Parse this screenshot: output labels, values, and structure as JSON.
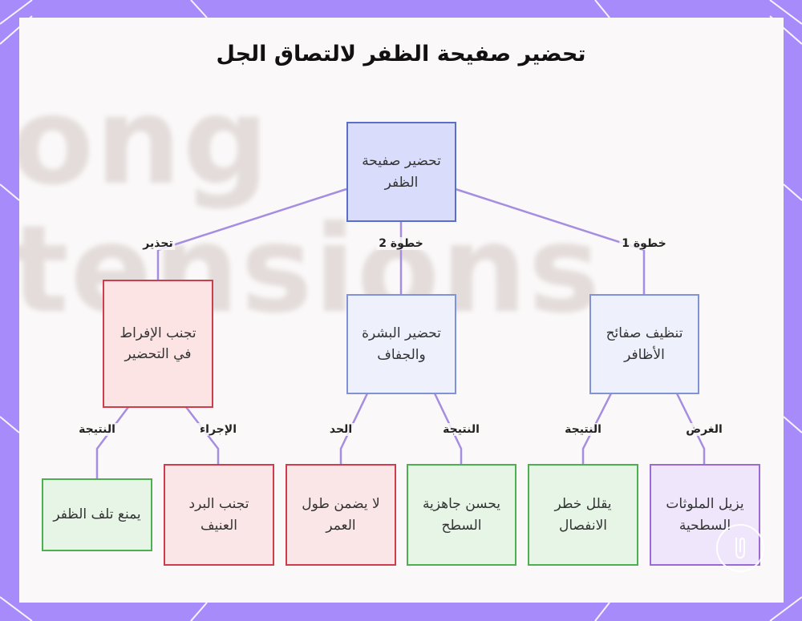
{
  "title": "تحضير صفيحة الظفر لالتصاق الجل",
  "watermark": [
    "ong",
    "tensions"
  ],
  "nodes": {
    "root": "تحضير صفيحة الظفر",
    "warning": "تجنب الإفراط في التحضير",
    "step2": "تحضير البشرة والجفاف",
    "step1": "تنظيف صفائح الأظافر",
    "leaf1": "يمنع تلف الظفر",
    "leaf2": "تجنب البرد العنيف",
    "leaf3": "لا يضمن طول العمر",
    "leaf4": "يحسن جاهزية السطح",
    "leaf5": "يقلل خطر الانفصال",
    "leaf6": "يزيل الملوثات السطحية"
  },
  "edge_labels": {
    "warning": "تحذير",
    "step2": "خطوة 2",
    "step1": "خطوة 1",
    "leaf1": "النتيجة",
    "leaf2": "الإجراء",
    "leaf3": "الحد",
    "leaf4": "النتيجة",
    "leaf5": "النتيجة",
    "leaf6": "الغرض"
  },
  "colors": {
    "frame": "#a78bfa",
    "edge": "#a58de0",
    "root_fill": "#d9ddfb",
    "warning_border": "#cf3c4b",
    "result_border": "#4caf50",
    "purpose_border": "#9c6ad6"
  }
}
